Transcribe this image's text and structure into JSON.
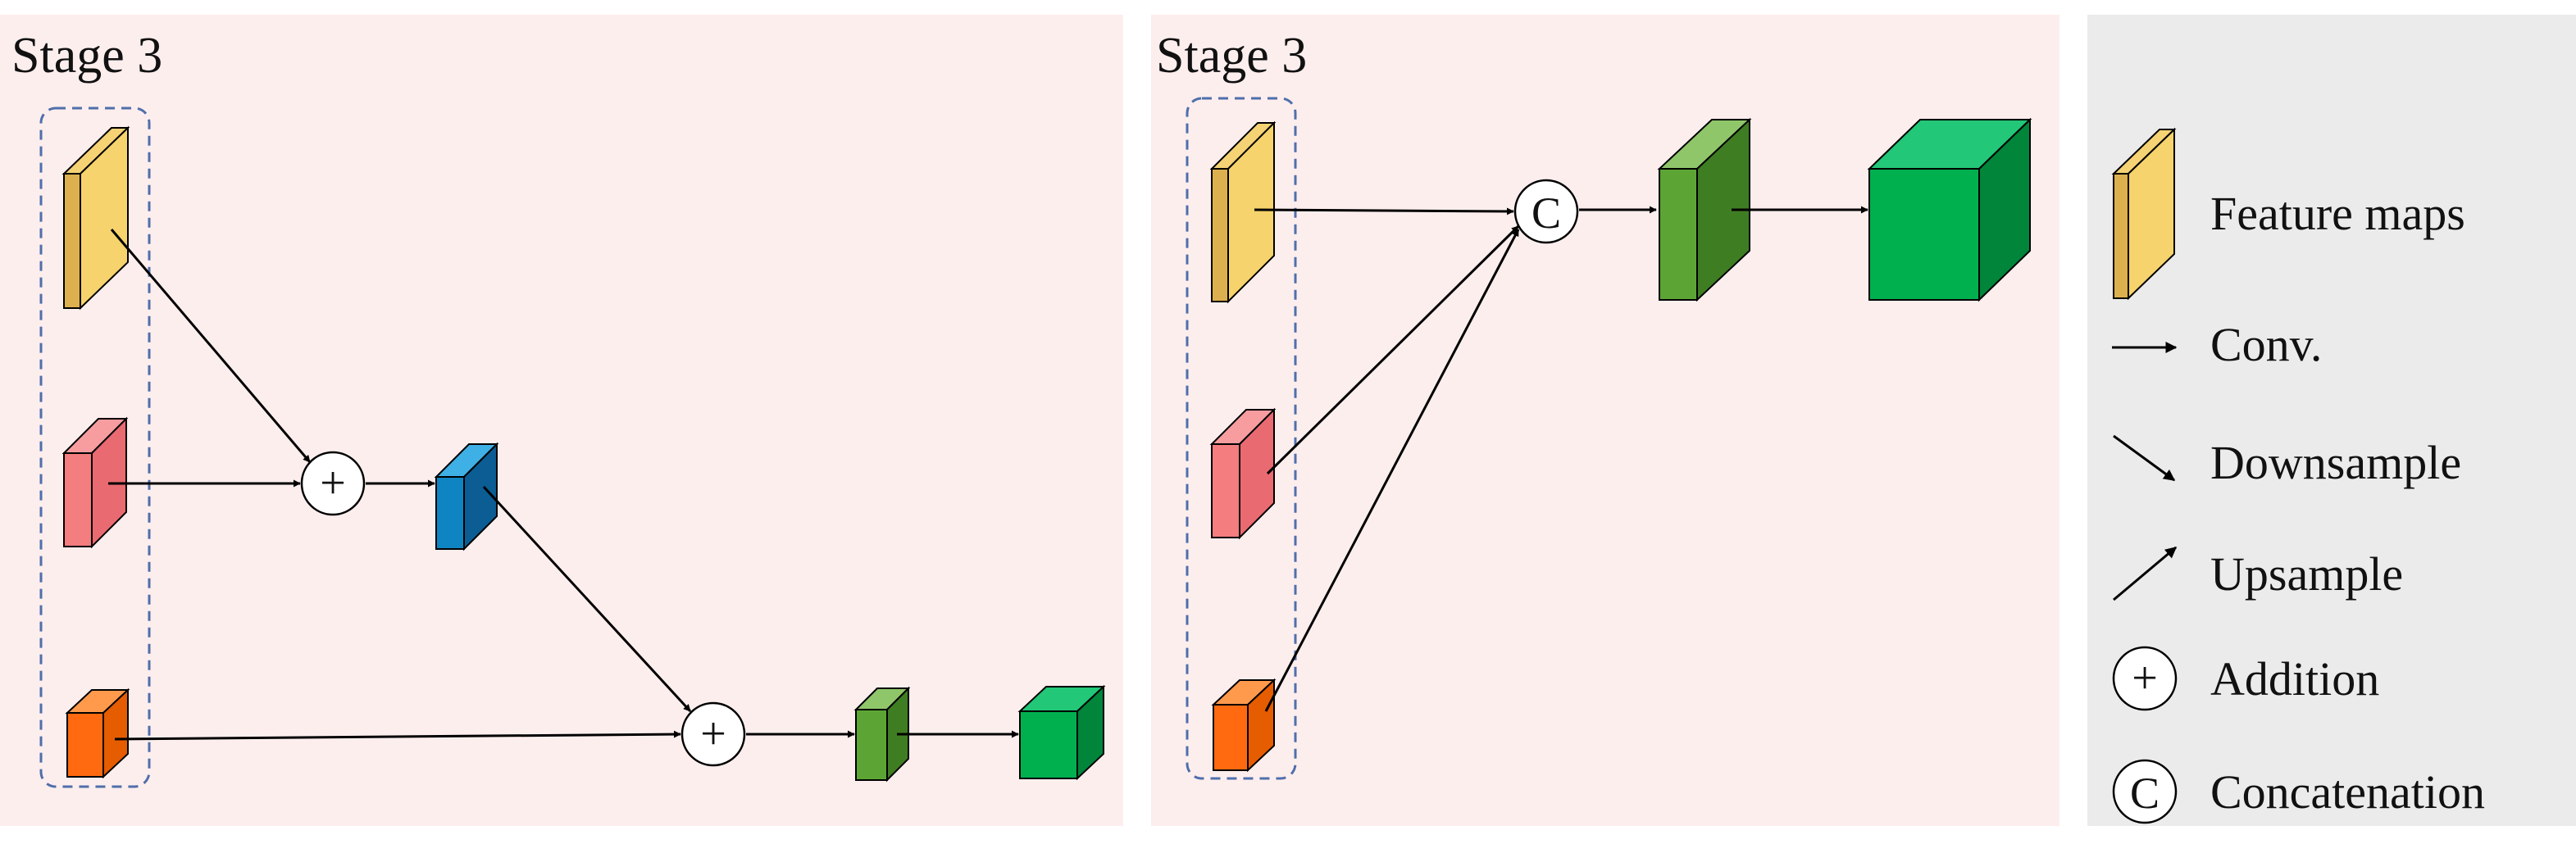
{
  "panels": {
    "left": {
      "title": "Stage 3",
      "bg": "#fdeeee"
    },
    "right": {
      "title": "Stage 3",
      "bg": "#fdeeee"
    },
    "legend": {
      "bg": "#ebebeb"
    }
  },
  "legend": {
    "feature_maps": "Feature maps",
    "conv": "Conv.",
    "downsample": "Downsample",
    "upsample": "Upsample",
    "addition": "Addition",
    "concatenation": "Concatenation"
  },
  "operators": {
    "add_symbol": "+",
    "concat_symbol": "C"
  },
  "colors": {
    "yellow": "#dcb04e",
    "pink": "#f37d7f",
    "orange": "#ff6a10",
    "blue": "#0f84c2",
    "light_green": "#5ca535",
    "green": "#00b04f",
    "dashed_border": "#4f6faa"
  }
}
